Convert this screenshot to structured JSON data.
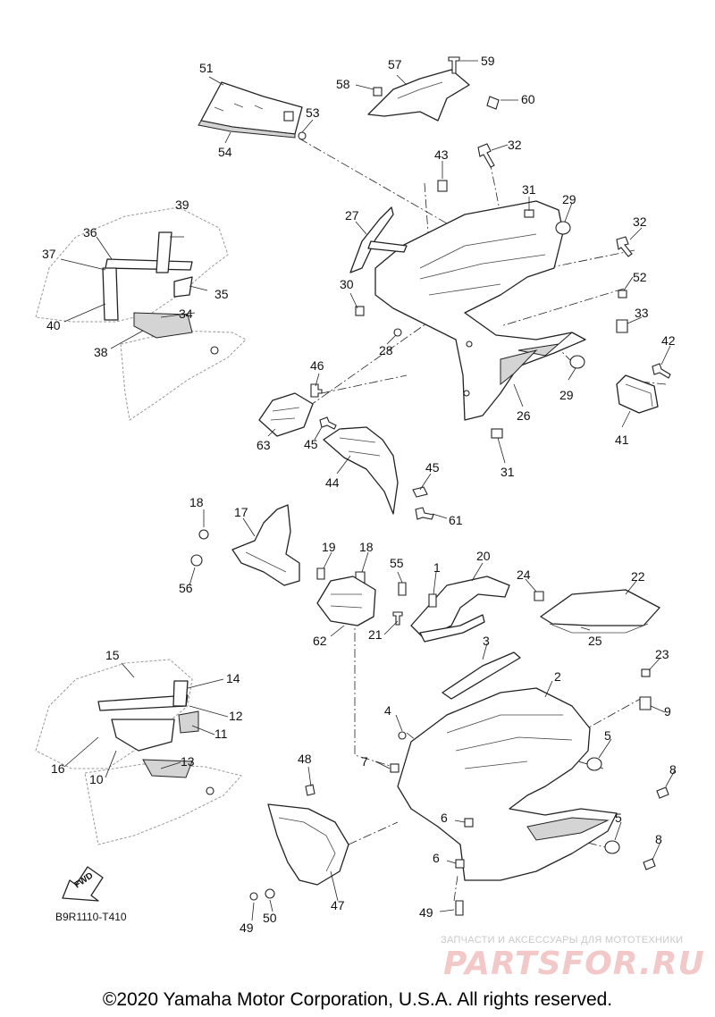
{
  "diagram": {
    "callouts": [
      "1",
      "2",
      "3",
      "4",
      "5",
      "5",
      "6",
      "6",
      "7",
      "8",
      "8",
      "9",
      "10",
      "11",
      "12",
      "13",
      "14",
      "15",
      "16",
      "17",
      "18",
      "18",
      "19",
      "20",
      "21",
      "22",
      "23",
      "24",
      "25",
      "26",
      "27",
      "28",
      "29",
      "29",
      "30",
      "31",
      "31",
      "32",
      "32",
      "33",
      "34",
      "35",
      "36",
      "37",
      "38",
      "39",
      "40",
      "41",
      "42",
      "43",
      "44",
      "45",
      "45",
      "46",
      "47",
      "48",
      "49",
      "49",
      "50",
      "51",
      "52",
      "53",
      "54",
      "55",
      "56",
      "57",
      "58",
      "59",
      "60",
      "61",
      "62",
      "63"
    ],
    "fwd_label": "FWD",
    "drawing_code": "B9R1110-T410"
  },
  "watermark": {
    "subtitle": "ЗАПЧАСТИ И АКСЕССУАРЫ ДЛЯ МОТОТЕХНИКИ",
    "logo": "PARTSFOR.RU"
  },
  "footer": {
    "copyright": "©2020 Yamaha Motor Corporation, U.S.A. All rights reserved."
  }
}
